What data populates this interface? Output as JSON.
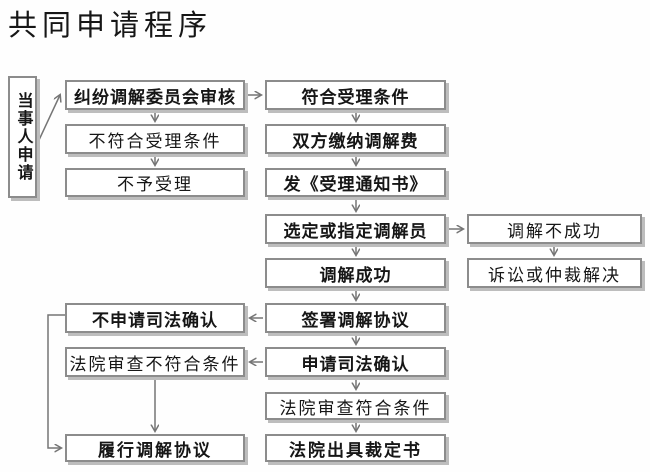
{
  "title": "共同申请程序",
  "colors": {
    "border": "#8c8c8c",
    "shadow": "#bdbdbd",
    "line": "#757575",
    "text": "#161616"
  },
  "nodes": {
    "applicant": {
      "label": "当事人申请"
    },
    "committee_review": {
      "label": "纠纷调解委员会审核"
    },
    "not_meet": {
      "label": "不符合受理条件"
    },
    "reject": {
      "label": "不予受理"
    },
    "meet": {
      "label": "符合受理条件"
    },
    "pay_fee": {
      "label": "双方缴纳调解费"
    },
    "notice": {
      "label": "发《受理通知书》"
    },
    "select_mediator": {
      "label": "选定或指定调解员"
    },
    "success": {
      "label": "调解成功"
    },
    "fail": {
      "label": "调解不成功"
    },
    "litigation": {
      "label": "诉讼或仲裁解决"
    },
    "sign_agreement": {
      "label": "签署调解协议"
    },
    "no_judicial": {
      "label": "不申请司法确认"
    },
    "apply_judicial": {
      "label": "申请司法确认"
    },
    "court_not_meet": {
      "label": "法院审查不符合条件"
    },
    "court_meet": {
      "label": "法院审查符合条件"
    },
    "ruling": {
      "label": "法院出具裁定书"
    },
    "fulfill": {
      "label": "履行调解协议"
    }
  }
}
